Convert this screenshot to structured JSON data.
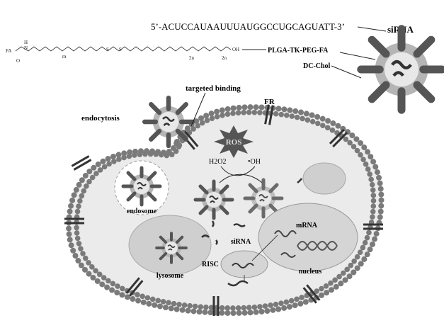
{
  "top": {
    "sequence": "5’-ACUCCAUAAUUUAUGGCCUGCAGUATT-3’",
    "sirna_label": "siRNA",
    "polymer_label": "PLGA-TK-PEG-FA",
    "dcchol_label": "DC-Chol",
    "structure": {
      "fa": "FA",
      "h1": "H",
      "n1": "N",
      "o_atoms": "O",
      "m": "m",
      "n2": "2n",
      "oh": "OH",
      "s": "S"
    }
  },
  "cell": {
    "targeted_binding": "targeted binding",
    "endocytosis": "endocytosis",
    "fr": "FR",
    "ros": "ROS",
    "h2o2": "H2O2",
    "oh_radical": "•OH",
    "endosome": "endosome",
    "lysosome": "lysosome",
    "sirna": "siRNA",
    "risc": "RISC",
    "mrna": "mRNA",
    "nucleus": "nucleus"
  },
  "colors": {
    "membrane": "#7a7a7a",
    "cytoplasm": "#ececec",
    "dark": "#4a4a4a",
    "organelle": "#cfcfcf"
  }
}
